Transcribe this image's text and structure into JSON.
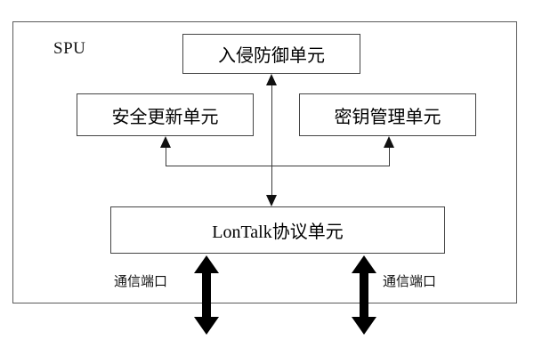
{
  "diagram": {
    "title": "SPU",
    "container": {
      "label": "SPU",
      "name": "spu-container"
    },
    "boxes": [
      {
        "id": "intrusion-prevention-unit",
        "label": "入侵防御单元"
      },
      {
        "id": "security-update-unit",
        "label": "安全更新单元"
      },
      {
        "id": "key-management-unit",
        "label": "密钥管理单元"
      },
      {
        "id": "lontalk-protocol-unit",
        "label": "LonTalk协议单元"
      }
    ],
    "ports": [
      {
        "id": "communication-port-left",
        "label": "通信端口"
      },
      {
        "id": "communication-port-right",
        "label": "通信端口"
      }
    ],
    "colors": {
      "background": "#ffffff",
      "container_border": "#5a5a5a",
      "box_border": "#444444",
      "connector": "#3a3a3a",
      "arrow_fill": "#111111",
      "port_arrow_fill": "#000000",
      "text": "#000000"
    }
  }
}
